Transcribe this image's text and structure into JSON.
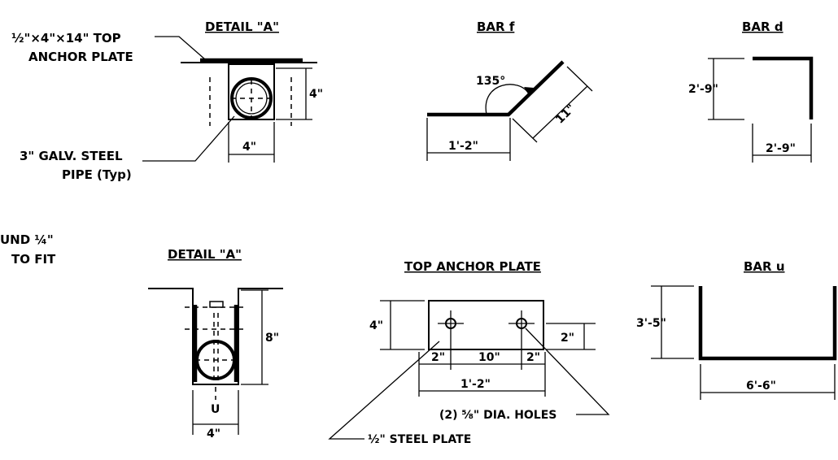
{
  "detail_a_top": {
    "title": "DETAIL \"A\"",
    "callout_plate_line1": "½\"×4\"×14\" TOP",
    "callout_plate_line2": "ANCHOR PLATE",
    "callout_pipe_line1": "3\" GALV. STEEL",
    "callout_pipe_line2": "PIPE (Typ)",
    "dim_height": "4\"",
    "dim_width": "4\""
  },
  "bar_f": {
    "title": "BAR f",
    "angle": "135°",
    "dim_base": "1'-2\"",
    "dim_leg": "11\""
  },
  "bar_d": {
    "title": "BAR d",
    "dim_vertical": "2'-9\"",
    "dim_horizontal": "2'-9\""
  },
  "note_partial": {
    "line1": "UND ¼\"",
    "line2": "TO FIT"
  },
  "detail_a_bottom": {
    "title": "DETAIL \"A\"",
    "dim_height": "8\"",
    "dim_width": "4\"",
    "bar_label": "U"
  },
  "top_anchor_plate": {
    "title": "TOP ANCHOR PLATE",
    "dim_height": "4\"",
    "dim_edge_right": "2\"",
    "dim_edge_left": "2\"",
    "dim_spacing": "10\"",
    "dim_edge_right_bottom": "2\"",
    "dim_total": "1'-2\"",
    "holes_note": "(2) ⅝\" DIA. HOLES",
    "plate_note": "½\" STEEL PLATE"
  },
  "bar_u": {
    "title": "BAR u",
    "dim_height": "3'-5\"",
    "dim_width": "6'-6\""
  }
}
